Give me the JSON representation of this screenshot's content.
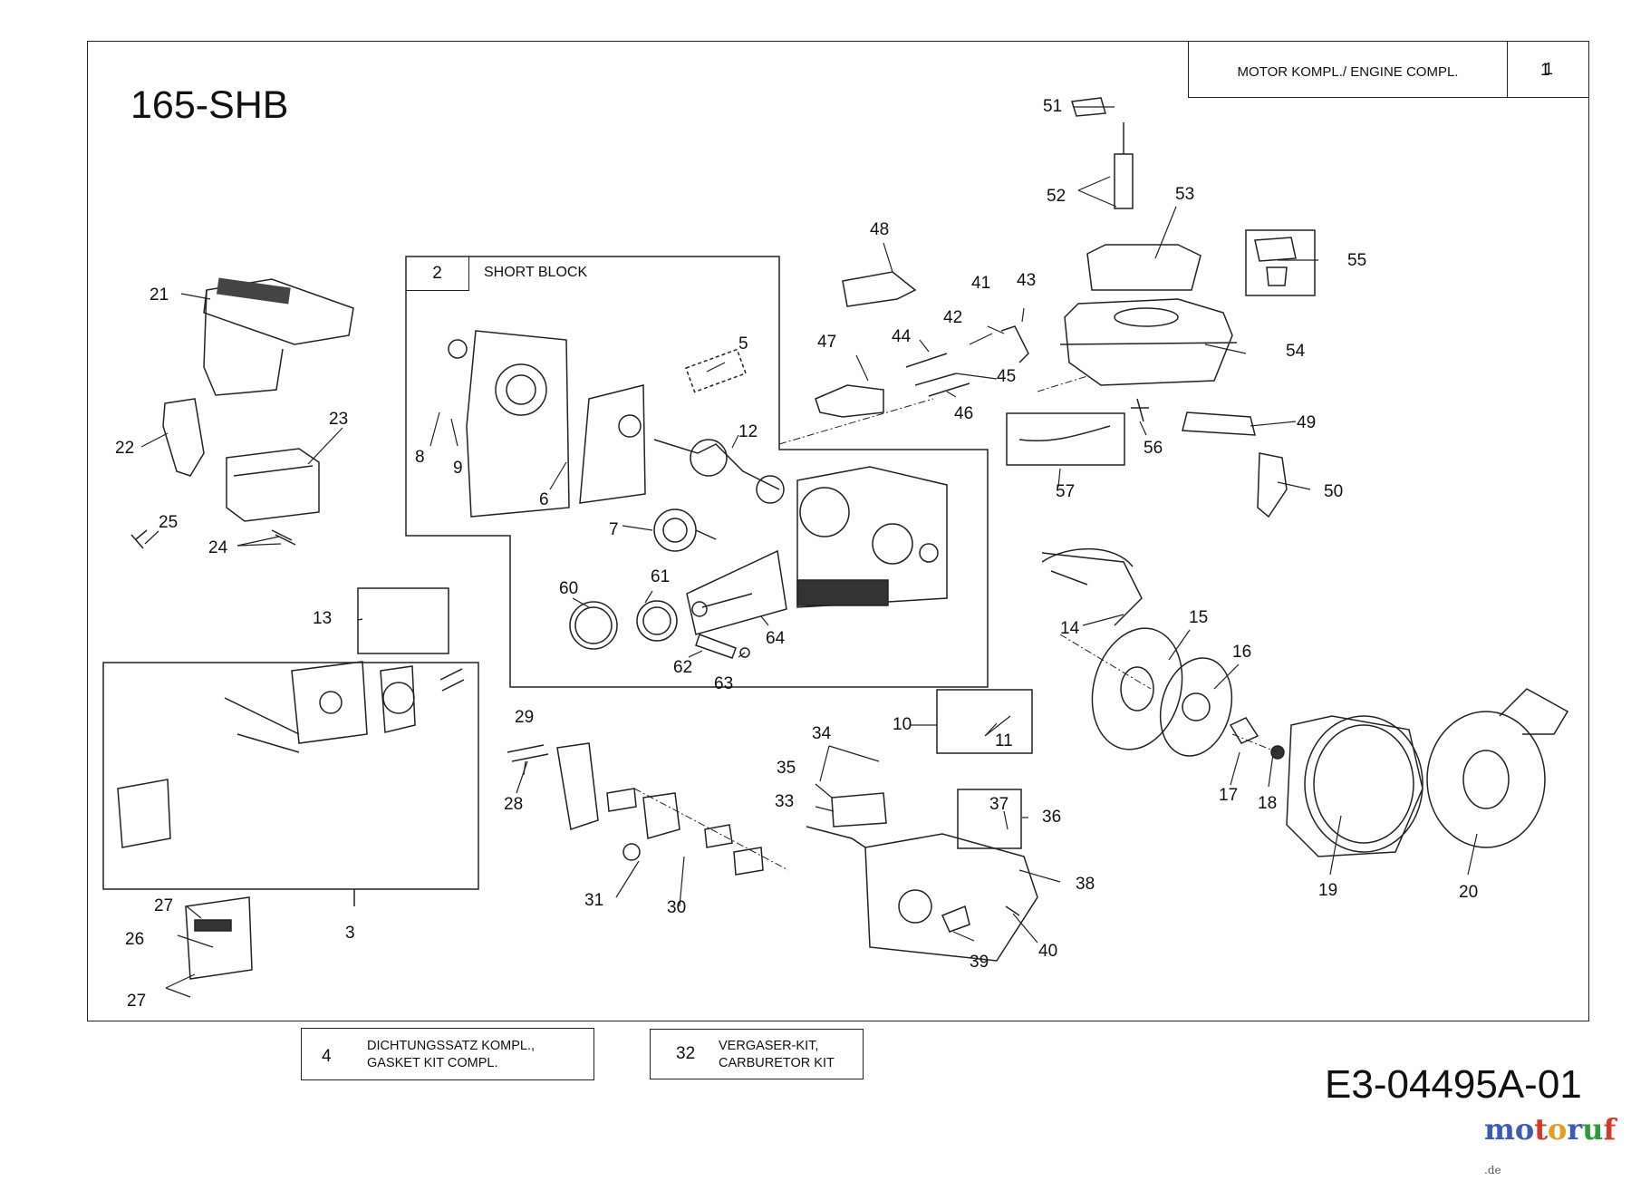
{
  "diagram": {
    "model": "165-SHB",
    "header": {
      "title": "MOTOR KOMPL./ ENGINE COMPL.",
      "number": "1"
    },
    "short_block": {
      "number": "2",
      "label": "SHORT BLOCK"
    },
    "kits": [
      {
        "number": "4",
        "line1": "DICHTUNGSSATZ KOMPL.,",
        "line2": "GASKET KIT COMPL."
      },
      {
        "number": "32",
        "line1": "VERGASER-KIT,",
        "line2": "CARBURETOR KIT"
      }
    ],
    "document_id": "E3-04495A-01",
    "watermark": {
      "letters": [
        "m",
        "o",
        "t",
        "o",
        "r",
        "u",
        "f"
      ],
      "suffix": ".de",
      "colors": [
        "#3b5bb5",
        "#3b5bb5",
        "#d23a2a",
        "#e0a020",
        "#3b5bb5",
        "#2e9a3e",
        "#d23a2a"
      ]
    },
    "part_labels": [
      "1",
      "3",
      "5",
      "6",
      "7",
      "8",
      "9",
      "10",
      "11",
      "12",
      "13",
      "14",
      "15",
      "16",
      "17",
      "18",
      "19",
      "20",
      "21",
      "22",
      "23",
      "24",
      "25",
      "26",
      "27",
      "27",
      "28",
      "29",
      "30",
      "31",
      "33",
      "34",
      "35",
      "36",
      "37",
      "38",
      "39",
      "40",
      "41",
      "42",
      "43",
      "44",
      "45",
      "46",
      "47",
      "48",
      "49",
      "50",
      "51",
      "52",
      "53",
      "54",
      "55",
      "56",
      "57",
      "60",
      "61",
      "62",
      "63",
      "64"
    ]
  }
}
